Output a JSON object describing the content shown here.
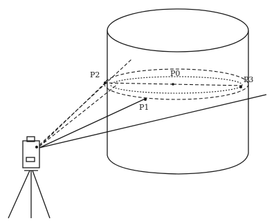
{
  "diagram": {
    "points": {
      "p0": "P0",
      "p1": "P1",
      "p2": "P2",
      "p3": "P3"
    },
    "colors": {
      "ink": "#1a1a1a",
      "background": "#ffffff"
    }
  }
}
